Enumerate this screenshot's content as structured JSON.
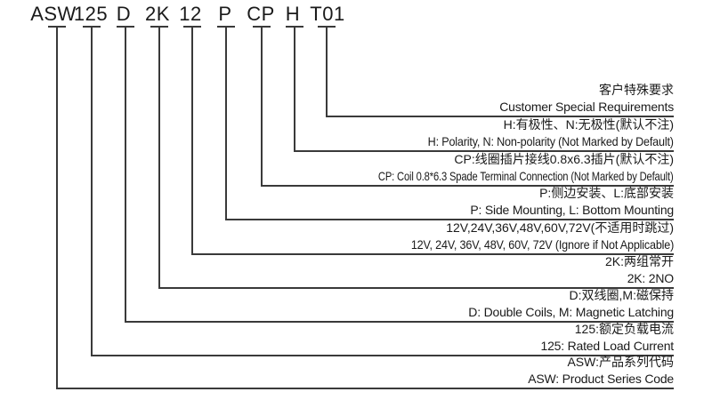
{
  "title_codes": [
    "ASW",
    "125",
    "D",
    "2K",
    "12",
    "P",
    "CP",
    "H",
    "T01"
  ],
  "legend_rows": [
    {
      "code": "T01",
      "zh": "客户特殊要求",
      "en": "Customer Special Requirements"
    },
    {
      "code": "H",
      "zh": "H:有极性、N:无极性(默认不注)",
      "en": "H: Polarity, N: Non-polarity (Not Marked by Default)"
    },
    {
      "code": "CP",
      "zh": "CP:线圈插片接线0.8x6.3插片(默认不注)",
      "en": "CP: Coil 0.8*6.3 Spade Terminal Connection (Not Marked by Default)"
    },
    {
      "code": "P",
      "zh": "P:侧边安装、L:底部安装",
      "en": "P: Side Mounting, L: Bottom Mounting"
    },
    {
      "code": "12",
      "zh": "12V,24V,36V,48V,60V,72V(不适用时跳过)",
      "en": "12V, 24V, 36V, 48V, 60V, 72V (Ignore if Not Applicable)"
    },
    {
      "code": "2K",
      "zh": "2K:两组常开",
      "en": "2K: 2NO"
    },
    {
      "code": "D",
      "zh": "D:双线圈,M:磁保持",
      "en": "D: Double Coils, M: Magnetic Latching"
    },
    {
      "code": "125",
      "zh": "125:额定负载电流",
      "en": "125: Rated Load Current"
    },
    {
      "code": "ASW",
      "zh": "ASW:产品系列代码",
      "en": "ASW: Product Series Code"
    }
  ],
  "colors": {
    "line": "#3a3a3a",
    "text": "#1a1a1a",
    "background": "#ffffff"
  }
}
